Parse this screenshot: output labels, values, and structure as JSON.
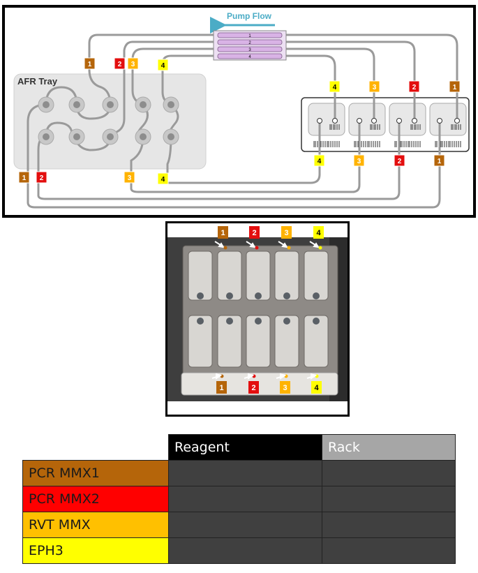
{
  "diagram": {
    "pump_flow_label": "Pump Flow",
    "afr_tray_label": "AFR Tray",
    "lane_labels": [
      "1",
      "2",
      "3",
      "4"
    ],
    "colors": {
      "1": "#b5650a",
      "2": "#e30e0e",
      "3": "#ffb300",
      "4": "#ffff00"
    },
    "arrow_color": "#4bacc6",
    "pump_tube_color": "#d9b3e6"
  },
  "photo": {
    "top_tags": [
      "1",
      "2",
      "3",
      "4"
    ],
    "bottom_tags": [
      "1",
      "2",
      "3",
      "4"
    ]
  },
  "legend": {
    "headers": {
      "reagent": "Reagent",
      "rack": "Rack"
    },
    "rows": [
      {
        "label": "PCR MMX1",
        "color": "#b5650a"
      },
      {
        "label": "PCR MMX2",
        "color": "#ff0000"
      },
      {
        "label": "RVT MMX",
        "color": "#ffc000"
      },
      {
        "label": "EPH3",
        "color": "#ffff00"
      }
    ]
  }
}
